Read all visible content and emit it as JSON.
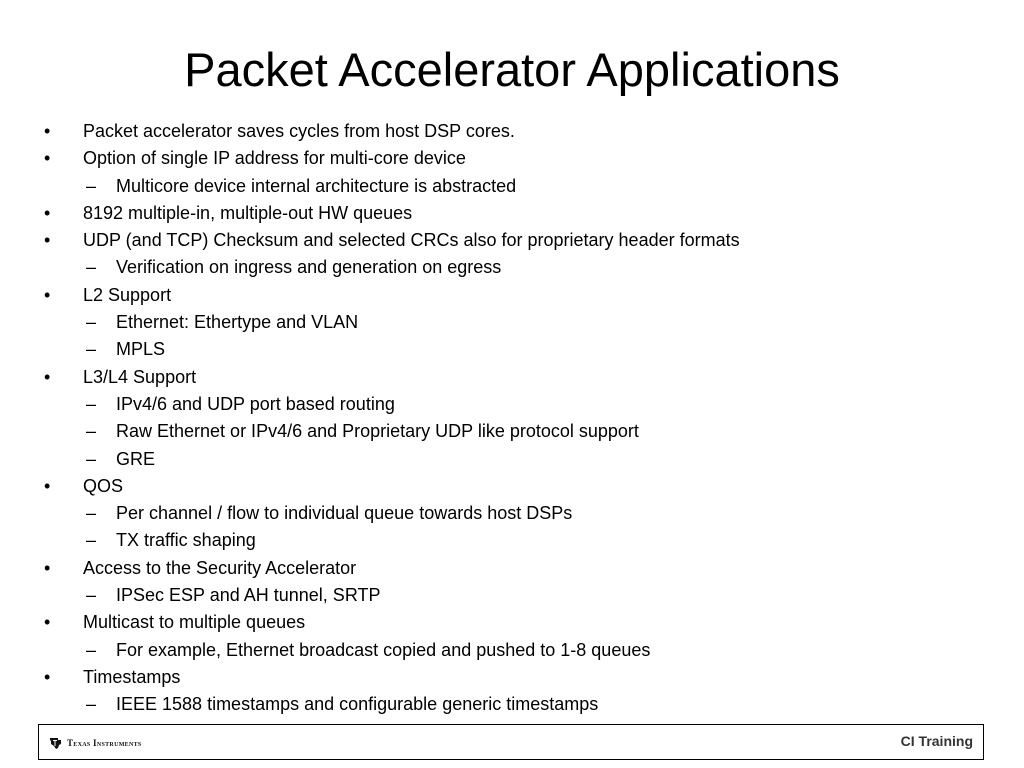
{
  "slide": {
    "title": "Packet Accelerator Applications"
  },
  "bullets": [
    {
      "level": 1,
      "marker": "•",
      "text": "Packet accelerator saves cycles from host DSP cores."
    },
    {
      "level": 1,
      "marker": "•",
      "text": "Option of single IP address for multi-core device"
    },
    {
      "level": 2,
      "marker": "–",
      "text": "Multicore device internal architecture is abstracted"
    },
    {
      "level": 1,
      "marker": "•",
      "text": "8192 multiple-in, multiple-out HW queues"
    },
    {
      "level": 1,
      "marker": "•",
      "text": "UDP (and TCP) Checksum and selected CRCs also for proprietary header formats"
    },
    {
      "level": 2,
      "marker": "–",
      "text": "Verification on ingress and generation on egress"
    },
    {
      "level": 1,
      "marker": "•",
      "text": "L2 Support"
    },
    {
      "level": 2,
      "marker": "–",
      "text": "Ethernet: Ethertype and VLAN"
    },
    {
      "level": 2,
      "marker": "–",
      "text": "MPLS"
    },
    {
      "level": 1,
      "marker": "•",
      "text": "L3/L4 Support"
    },
    {
      "level": 2,
      "marker": "–",
      "text": "IPv4/6 and UDP port based routing"
    },
    {
      "level": 2,
      "marker": "–",
      "text": "Raw Ethernet or IPv4/6 and Proprietary UDP like protocol support"
    },
    {
      "level": 2,
      "marker": "–",
      "text": "GRE"
    },
    {
      "level": 1,
      "marker": "•",
      "text": "QOS"
    },
    {
      "level": 2,
      "marker": "–",
      "text": "Per channel / flow to individual queue towards host DSPs"
    },
    {
      "level": 2,
      "marker": "–",
      "text": "TX traffic shaping"
    },
    {
      "level": 1,
      "marker": "•",
      "text": "Access to the Security Accelerator"
    },
    {
      "level": 2,
      "marker": "–",
      "text": "IPSec ESP and AH tunnel, SRTP"
    },
    {
      "level": 1,
      "marker": "•",
      "text": "Multicast to multiple queues"
    },
    {
      "level": 2,
      "marker": "–",
      "text": "For example, Ethernet broadcast copied and pushed to 1-8 queues"
    },
    {
      "level": 1,
      "marker": "•",
      "text": "Timestamps"
    },
    {
      "level": 2,
      "marker": "–",
      "text": "IEEE 1588 timestamps and configurable generic timestamps"
    }
  ],
  "footer": {
    "logo_icon": "ti-logo-icon",
    "company": "Texas Instruments",
    "label": "CI Training"
  }
}
